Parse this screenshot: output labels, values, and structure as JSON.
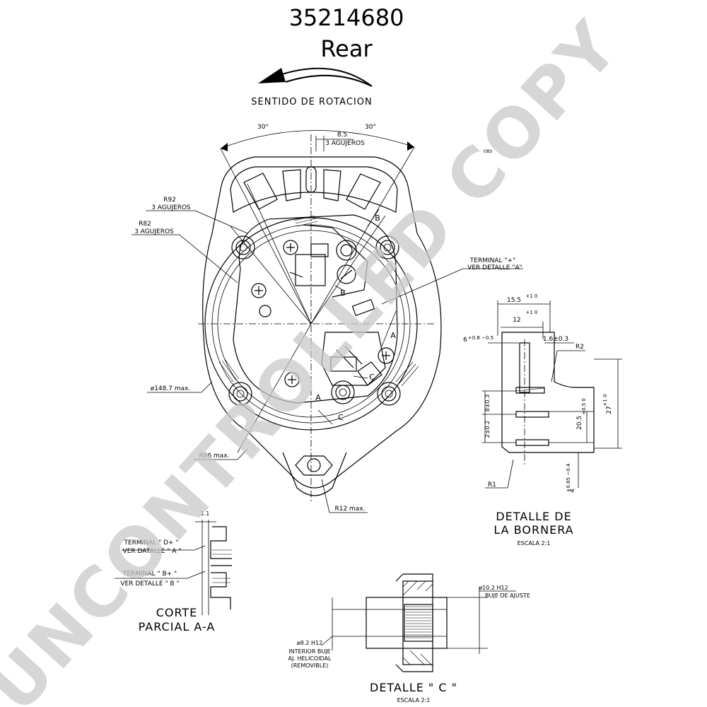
{
  "title": {
    "part_number": "35214680",
    "view": "Rear"
  },
  "rotation": {
    "label": "SENTIDO DE ROTACION"
  },
  "main_view": {
    "angle_left": "30°",
    "angle_right": "30°",
    "hole_dim": "8.5",
    "hole_count": "3 AGUJEROS",
    "r92": "R92",
    "r92_count": "3 AGUJEROS",
    "r82": "R82",
    "r82_count": "3 AGUJEROS",
    "diameter": "ø148.7 max.",
    "r86": "R86 max.",
    "r12": "R12 max.",
    "terminal_plus": "TERMINAL \"+\"",
    "see_detail_a": "VER DETALLE \"A\"",
    "section_a": "A",
    "section_b": "B",
    "section_c": "C",
    "watermark_small": "OBS"
  },
  "detalle_bornera": {
    "title_line1": "DETALLE DE",
    "title_line2": "LA BORNERA",
    "scale": "ESCALA 2:1",
    "d_15_5": "15.5",
    "d_15_5_tol": "+1 0",
    "d_12": "12",
    "d_12_tol": "+1 0",
    "d_6": "6",
    "d_6_tol": "+0.8 −0.5",
    "d_1_6": "1.6±0.3",
    "d_r2": "R2",
    "d_27": "27",
    "d_27_tol": "+1 0",
    "d_20_5": "20.5",
    "d_20_5_tol": "+0.5 0",
    "d_8": "8±0.3",
    "d_2": "2±0.2",
    "d_4": "4",
    "d_4_tol": "+0.65 −0.4",
    "d_r1": "R1"
  },
  "corte": {
    "dim_1_1": "1.1",
    "terminal_d": "TERMINAL \" D+ \"",
    "see_a": "VER DATALLE \" A \"",
    "terminal_b": "TERMINAL \" B+ \"",
    "see_b": "VER DETALLE \" B \"",
    "title_line1": "CORTE",
    "title_line2": "PARCIAL A-A"
  },
  "detalle_c": {
    "d_10_2": "ø10.2 H12",
    "buje": "BUJE DE AJUSTE",
    "d_8_2": "ø8.2 H12",
    "interior_1": "INTERIOR BUJE",
    "interior_2": "AJ. HELICOIDAL",
    "interior_3": "(REMOVIBLE)",
    "title": "DETALLE \" C \"",
    "scale": "ESCALA 2:1"
  },
  "watermark": {
    "text": "UNCONTROLLED COPY"
  }
}
